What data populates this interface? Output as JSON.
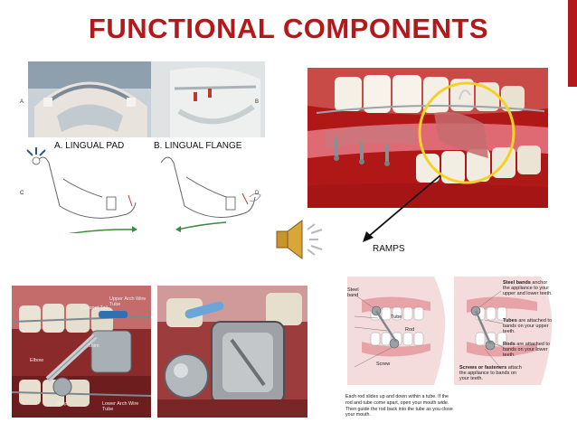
{
  "slide": {
    "title": "FUNCTIONAL COMPONENTS",
    "title_color": "#b3181b",
    "accent_color": "#b3181b"
  },
  "appliance_figure": {
    "letters": [
      "A",
      "B",
      "C",
      "D"
    ],
    "label_a": "A. LINGUAL PAD",
    "label_b": "B. LINGUAL FLANGE"
  },
  "ramps_photo": {
    "label": "RAMPS",
    "highlight_color": "#f2d22a"
  },
  "speaker": {
    "icon": "speaker-icon"
  },
  "herbst_closeup": {
    "labels": [
      "Upper Arch Wire Tube",
      "Bayonet Tail",
      "Shim",
      "Elbow",
      "Stop",
      "Lower Arch Wire Tube"
    ]
  },
  "diagram": {
    "left_labels": [
      "Steel band",
      "Tube",
      "Rod",
      "Screw"
    ],
    "right_notes": [
      {
        "bold": "Steel bands",
        "text": " anchor the appliance to your upper and lower teeth."
      },
      {
        "bold": "Tubes",
        "text": " are attached to bands on your upper teeth."
      },
      {
        "bold": "Rods",
        "text": " are attached to bands on your lower teeth."
      },
      {
        "bold": "Screws or fasteners",
        "text": " attach the appliance to bands on your teeth."
      }
    ],
    "caption": "Each rod slides up and down within a tube. If the rod and tube come apart, open your mouth wide. Then guide the rod back into the tube as you close your mouth."
  }
}
